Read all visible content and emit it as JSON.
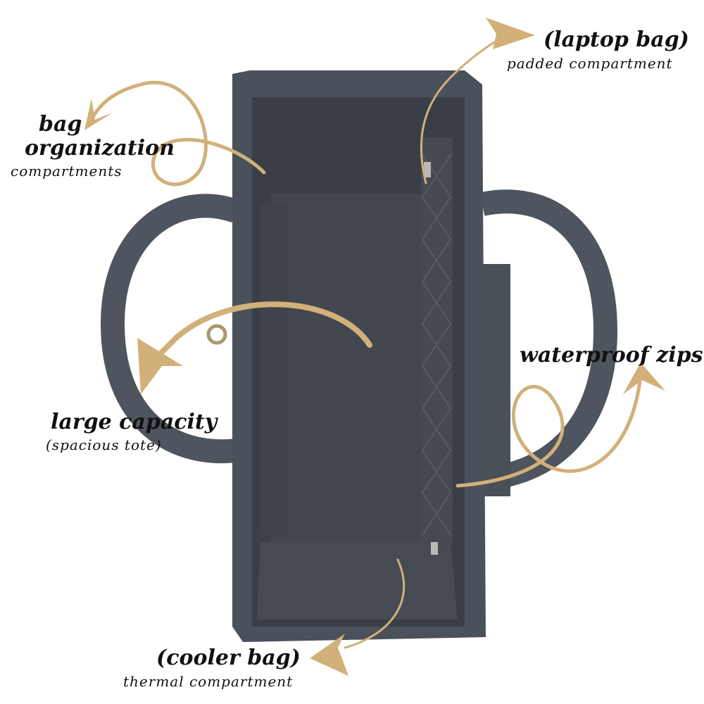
{
  "labels": {
    "organization": {
      "line1": "bag",
      "line2": "organization",
      "line3": "compartments"
    },
    "laptop": {
      "title": "(laptop bag)",
      "subtitle": "padded compartment"
    },
    "zips": {
      "title": "waterproof zips"
    },
    "capacity": {
      "title": "large capacity",
      "subtitle": "(spacious tote)"
    },
    "cooler": {
      "title": "(cooler bag)",
      "subtitle": "thermal compartment"
    }
  },
  "colors": {
    "arrow": "#d2b07a",
    "bag_exterior": "#4b515a",
    "bag_lining": "#3a3f47",
    "text": "#111111"
  }
}
